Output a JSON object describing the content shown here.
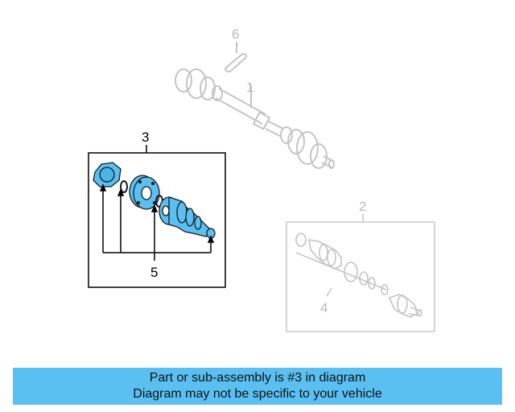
{
  "diagram": {
    "callouts": {
      "part1": "1",
      "part2": "2",
      "part3": "3",
      "part4": "4",
      "part5": "5",
      "part6": "6"
    },
    "highlight_color": "#5ac0f2",
    "faded_color": "#c8c8c8"
  },
  "banner": {
    "line1": "Part or sub-assembly is #3 in diagram",
    "line2": "Diagram may not be specific to your vehicle",
    "background": "#5ac0f2"
  }
}
